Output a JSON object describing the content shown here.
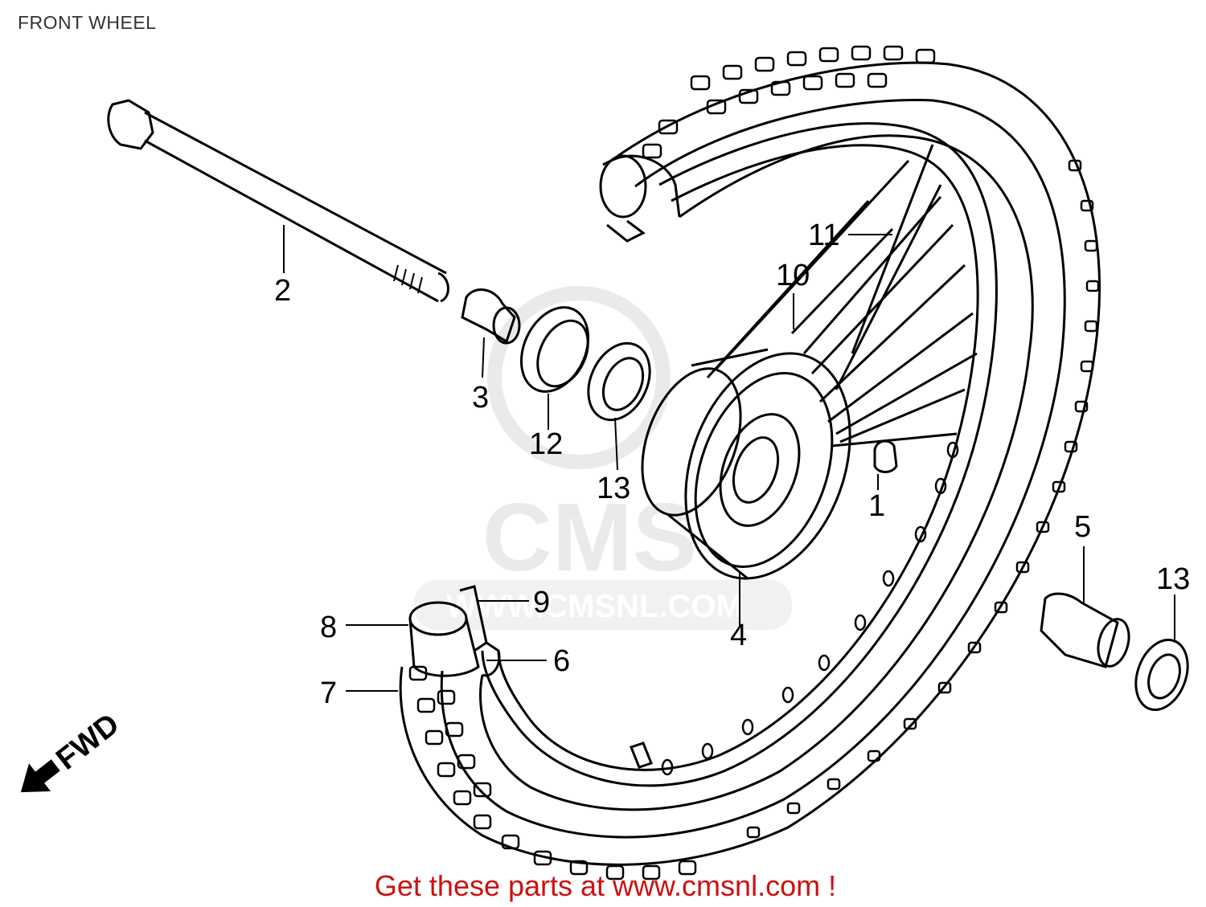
{
  "title": "FRONT WHEEL",
  "footer": "Get these parts at www.cmsnl.com !",
  "watermark": {
    "logo_text": "CMS",
    "url_text": "WWW.CMSNL.COM"
  },
  "direction_label": "FWD",
  "callouts": [
    {
      "id": "1",
      "label": "1",
      "part": "valve-cap"
    },
    {
      "id": "2",
      "label": "2",
      "part": "axle"
    },
    {
      "id": "3",
      "label": "3",
      "part": "side-collar"
    },
    {
      "id": "4",
      "label": "4",
      "part": "hub"
    },
    {
      "id": "5",
      "label": "5",
      "part": "spacer"
    },
    {
      "id": "6",
      "label": "6",
      "part": "rim"
    },
    {
      "id": "7",
      "label": "7",
      "part": "tire"
    },
    {
      "id": "8",
      "label": "8",
      "part": "tube"
    },
    {
      "id": "9",
      "label": "9",
      "part": "rim-band"
    },
    {
      "id": "10",
      "label": "10",
      "part": "spoke-set-a"
    },
    {
      "id": "11",
      "label": "11",
      "part": "spoke-set-b"
    },
    {
      "id": "12",
      "label": "12",
      "part": "dust-seal"
    },
    {
      "id": "13a",
      "label": "13",
      "part": "bearing"
    },
    {
      "id": "13b",
      "label": "13",
      "part": "bearing-right"
    }
  ],
  "colors": {
    "line": "#000000",
    "footer": "#cc1111",
    "title": "#333333",
    "watermark": "#d9d9d9"
  }
}
